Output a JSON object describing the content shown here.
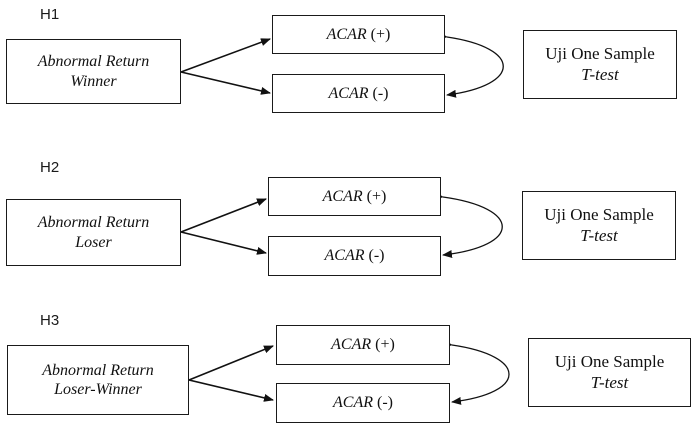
{
  "groups": [
    {
      "id": "H1",
      "label": "H1",
      "return_box": [
        "Abnormal Return",
        "Winner"
      ],
      "acar_positive": {
        "name": "ACAR",
        "sign": "(+)"
      },
      "acar_negative": {
        "name": "ACAR",
        "sign": "(-)"
      },
      "test_box": [
        "Uji One Sample",
        "T-test"
      ]
    },
    {
      "id": "H2",
      "label": "H2",
      "return_box": [
        "Abnormal Return",
        "Loser"
      ],
      "acar_positive": {
        "name": "ACAR",
        "sign": "(+)"
      },
      "acar_negative": {
        "name": "ACAR",
        "sign": "(-)"
      },
      "test_box": [
        "Uji One Sample",
        "T-test"
      ]
    },
    {
      "id": "H3",
      "label": "H3",
      "return_box": [
        "Abnormal Return",
        "Loser-Winner"
      ],
      "acar_positive": {
        "name": "ACAR",
        "sign": "(+)"
      },
      "acar_negative": {
        "name": "ACAR",
        "sign": "(-)"
      },
      "test_box": [
        "Uji One Sample",
        "T-test"
      ]
    }
  ]
}
